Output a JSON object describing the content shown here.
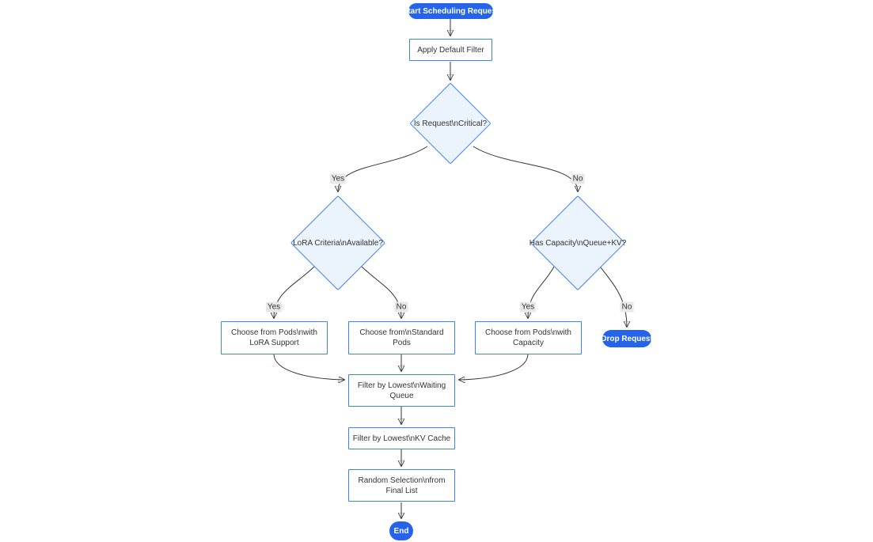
{
  "colors": {
    "accent_blue": "#2563eb",
    "node_border_blue": "#3b82f6",
    "decision_fill": "#ebf3fc",
    "edge_stroke": "#333333",
    "edge_label_bg": "#e8e8e8",
    "text": "#333333",
    "background": "#ffffff"
  },
  "flowchart": {
    "nodes": {
      "start": {
        "lines": [
          "Start Scheduling Request"
        ]
      },
      "apply_default_filter": {
        "lines": [
          "Apply Default Filter"
        ]
      },
      "is_request_critical": {
        "lines": [
          "Is Request\\nCritical?"
        ]
      },
      "lora_criteria_available": {
        "lines": [
          "LoRA Criteria\\nAvailable?"
        ]
      },
      "has_capacity_queue_kv": {
        "lines": [
          "Has Capacity\\nQueue+KV?"
        ]
      },
      "choose_pods_lora": {
        "lines": [
          "Choose from Pods\\nwith",
          "LoRA Support"
        ]
      },
      "choose_standard_pods": {
        "lines": [
          "Choose from\\nStandard",
          "Pods"
        ]
      },
      "choose_pods_capacity": {
        "lines": [
          "Choose from Pods\\nwith",
          "Capacity"
        ]
      },
      "drop_request": {
        "lines": [
          "Drop Request"
        ]
      },
      "filter_lowest_waiting_queue": {
        "lines": [
          "Filter by Lowest\\nWaiting",
          "Queue"
        ]
      },
      "filter_lowest_kv_cache": {
        "lines": [
          "Filter by Lowest\\nKV Cache"
        ]
      },
      "random_selection_from_final_list": {
        "lines": [
          "Random Selection\\nfrom",
          "Final List"
        ]
      },
      "end": {
        "lines": [
          "End"
        ]
      }
    },
    "edge_labels": {
      "critical_yes": "Yes",
      "critical_no": "No",
      "lora_yes": "Yes",
      "lora_no": "No",
      "capacity_yes": "Yes",
      "capacity_no": "No"
    }
  }
}
